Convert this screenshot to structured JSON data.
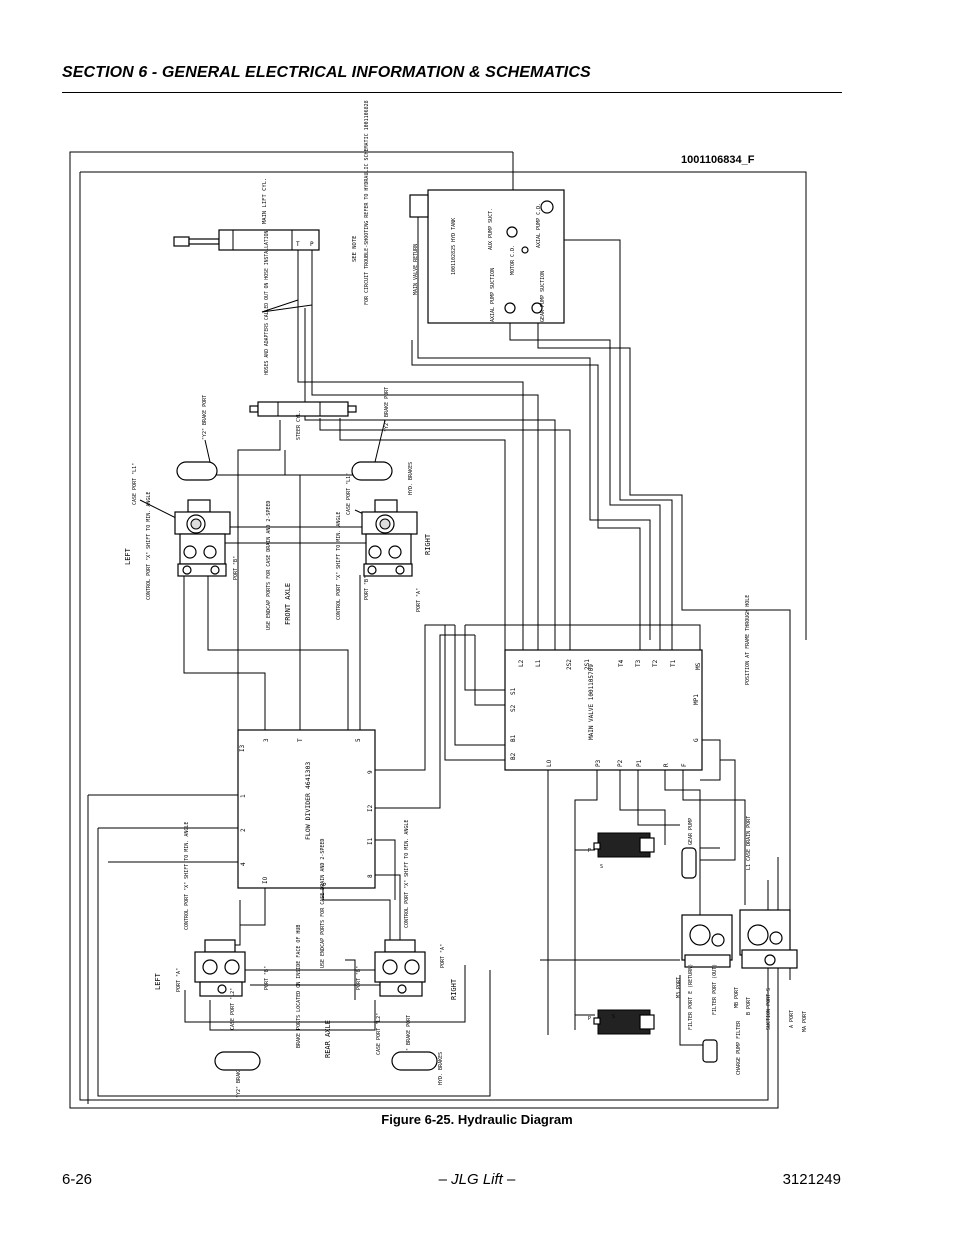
{
  "header": {
    "title": "SECTION 6 - GENERAL ELECTRICAL INFORMATION & SCHEMATICS"
  },
  "drawing_number": "1001106834_F",
  "figure_caption": "Figure 6-25.  Hydraulic Diagram",
  "footer": {
    "page": "6-26",
    "center": "– JLG Lift –",
    "doc_number": "3121249"
  },
  "labels": {
    "main_lift_cyl": "MAIN LIFT CYL.",
    "see_note": "SEE NOTE",
    "note": "FOR CIRCUIT TROUBLE-SHOOTING REFER TO HYDRAULIC SCHEMATIC 1001106828",
    "hoses_adapters": "HOSES AND ADAPTERS CALLED OUT ON HOSE INSTALLATION",
    "main_valve_return": "MAIN VALVE RETURN",
    "hyd_tank": "1001102825 HYD TANK",
    "aux_pump_suct": "AUX PUMP SUCT.",
    "motor_cd": "MOTOR C.D.",
    "axial_pump_cd": "AXIAL PUMP C.D.",
    "axial_pump_suction": "AXIAL PUMP SUCTION",
    "gear_pump_suction": "GEAR PUMP SUCTION",
    "y2_brake_port_left": "\"Y2\" BRAKE PORT",
    "steer_cyl": "STEER CYL.",
    "y2_brake_port_right": "\"Y2\" BRAKE PORT",
    "case_port_l1_left": "CASE PORT \"L1\"",
    "case_port_l1_right": "CASE PORT \"L1\"",
    "hyd_brakes_front": "HYD. BRAKES",
    "left_front": "LEFT",
    "right_front": "RIGHT",
    "control_port_x_front": "CONTROL PORT \"X\" SHIFT TO MIN. ANGLE",
    "port_b_front": "PORT \"B\"",
    "use_endcap_front": "USE ENDCAP PORTS FOR CASE DRAIN AND 2-SPEED",
    "front_axle": "FRONT AXLE",
    "control_port_x_front_right": "CONTROL PORT \"X\" SHIFT TO MIN. ANGLE",
    "port_b_front_right": "PORT \"B\"",
    "port_a_front_right": "PORT \"A\"",
    "position_at_frame": "POSITION AT FRAME THROUGH HOLE",
    "main_valve": "MAIN VALVE 1001105709",
    "mv_top_ports": [
      "L2",
      "L1",
      "2S2",
      "2S1",
      "T4",
      "T3",
      "T2",
      "T1",
      "MS"
    ],
    "mv_side_left": [
      "S1",
      "S2",
      "B1",
      "B2"
    ],
    "mv_side_right": [
      "MP1",
      "G"
    ],
    "mv_bottom_ports": [
      "LO",
      "P3",
      "P2",
      "P1",
      "R",
      "F"
    ],
    "flow_divider": "FLOW DIVIDER 4641303",
    "fd_top_ports": [
      "I3",
      "3",
      "T",
      "5"
    ],
    "fd_left_ports": [
      "1",
      "2",
      "4"
    ],
    "fd_right_ports": [
      "9",
      "I2",
      "I1",
      "8"
    ],
    "fd_bottom_ports": [
      "IO",
      "6"
    ],
    "control_port_x_rear_left": "CONTROL PORT \"X\" SHIFT TO MIN. ANGLE",
    "control_port_x_rear_right": "CONTROL PORT \"X\" SHIFT TO MIN. ANGLE",
    "use_endcap_rear": "USE ENDCAP PORTS FOR CASE DRAIN AND 2-SPEED",
    "port_a_rear_right": "PORT \"A\"",
    "left_rear": "LEFT",
    "port_a_rear_left": "PORT \"A\"",
    "port_b_rear_left": "PORT \"B\"",
    "port_b_rear_right": "PORT \"B\"",
    "right_rear": "RIGHT",
    "case_port_l2_rear_left": "CASE PORT \"L2\"",
    "brake_ports_rear": "BRAKE PORTS LOCATED ON INSIDE FACE OF HUB",
    "rear_axle": "REAR AXLE",
    "case_port_l2_rear_right": "CASE PORT \"L2\"",
    "y2_brake_port_rear_right": "\"Y2\" BRAKE PORT",
    "y2_brake_port_rear_left": "\"Y2\" BRAKE PORT",
    "hyd_brakes_rear": "HYD. BRAKES",
    "gear_pump": "GEAR PUMP",
    "l1_case_drain_port": "L1 CASE DRAIN PORT",
    "m3_port": "M3 PORT",
    "filter_port_e": "FILTER PORT E (RETURN)",
    "filter_port_out": "FILTER PORT (OUT)",
    "mb_port": "MB PORT",
    "b_port": "B PORT",
    "suction_port_s": "SUCTION PORT S",
    "a_port": "A PORT",
    "ma_port": "MA PORT",
    "charge_pump_filter": "CHARGE PUMP FILTER",
    "ps_left_top": "P",
    "ps_right_top": "S",
    "ps_left_bottom": "P",
    "ps_right_bottom": "S"
  }
}
